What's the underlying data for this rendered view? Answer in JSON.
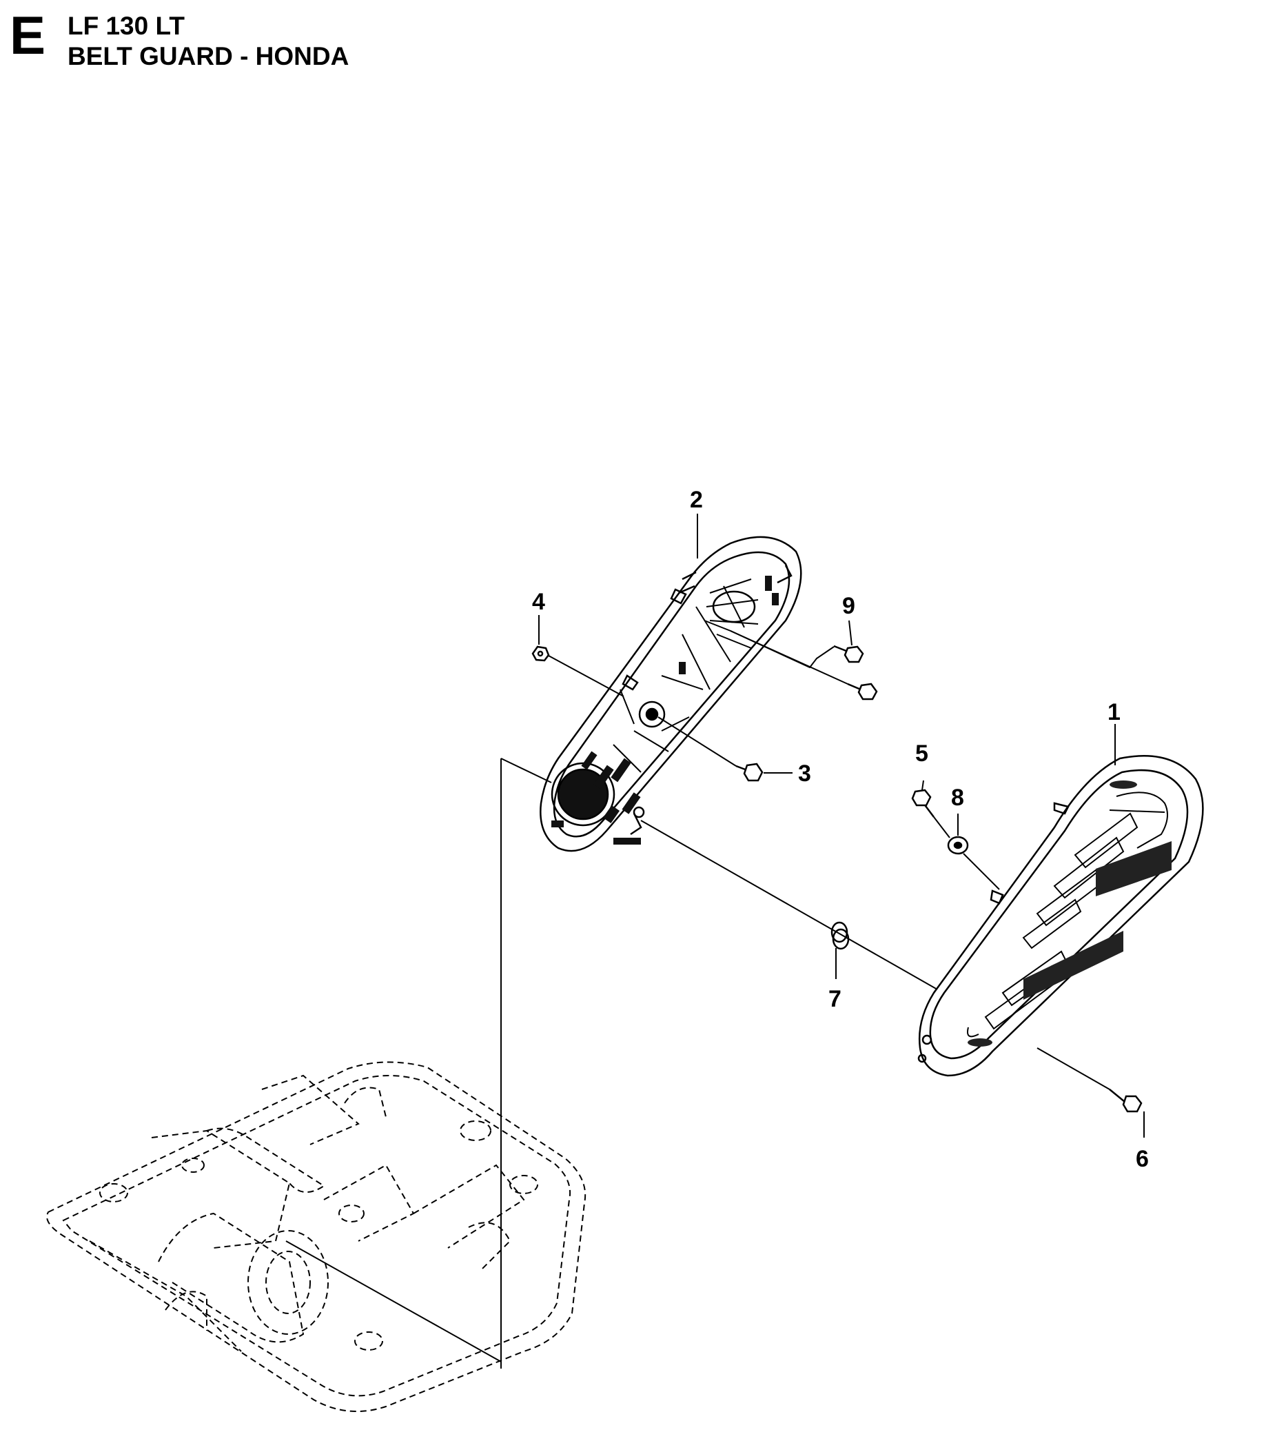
{
  "header": {
    "section_letter": "E",
    "model": "LF 130 LT",
    "title": "BELT GUARD - HONDA"
  },
  "callouts": [
    {
      "id": "c1",
      "label": "1"
    },
    {
      "id": "c2",
      "label": "2"
    },
    {
      "id": "c3",
      "label": "3"
    },
    {
      "id": "c4",
      "label": "4"
    },
    {
      "id": "c5",
      "label": "5"
    },
    {
      "id": "c6",
      "label": "6"
    },
    {
      "id": "c7",
      "label": "7"
    },
    {
      "id": "c8",
      "label": "8"
    },
    {
      "id": "c9",
      "label": "9"
    }
  ]
}
